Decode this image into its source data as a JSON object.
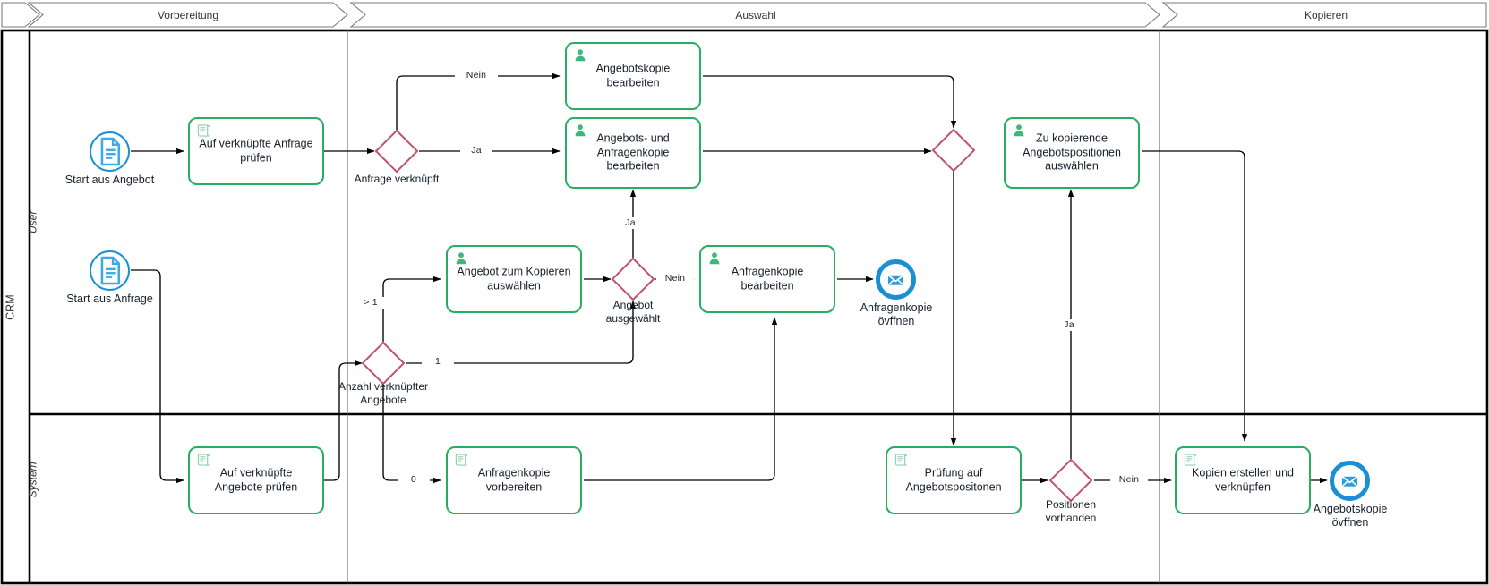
{
  "pool": {
    "name": "CRM"
  },
  "lanes": [
    {
      "id": "user",
      "label": "User"
    },
    {
      "id": "system",
      "label": "System"
    }
  ],
  "phases": [
    {
      "id": "vorbereitung",
      "label": "Vorbereitung"
    },
    {
      "id": "auswahl",
      "label": "Auswahl"
    },
    {
      "id": "kopieren",
      "label": "Kopieren"
    }
  ],
  "colors": {
    "task_border": "#27ae60",
    "task_icon": "#3cb878",
    "event_blue": "#1b8fd4",
    "gateway_red": "#c0556a",
    "flow_black": "#000000",
    "frame_black": "#000000",
    "phase_gray": "#7a7a7a",
    "text": "#16202b"
  },
  "events": [
    {
      "id": "start-angebot",
      "type": "start-message-document",
      "label": "Start aus Angebot"
    },
    {
      "id": "start-anfrage",
      "type": "start-message-document",
      "label": "Start aus Anfrage"
    },
    {
      "id": "end-anfragenkopie",
      "type": "end-message",
      "label": "Anfragenkopie\növffnen"
    },
    {
      "id": "end-angebotskopie",
      "type": "end-message",
      "label": "Angebotskopie\növffnen"
    }
  ],
  "tasks": [
    {
      "id": "t-auf-verknuepfte-anfrage-pruefen",
      "icon": "script-task-icon",
      "lane": "user",
      "label": "Auf verknüpfte Anfrage\nprüfen"
    },
    {
      "id": "t-angebotskopie-bearbeiten",
      "icon": "user-task-icon",
      "lane": "user",
      "label": "Angebotskopie\nbearbeiten"
    },
    {
      "id": "t-angebots-und-anfragenkopie-bearbeiten",
      "icon": "user-task-icon",
      "lane": "user",
      "label": "Angebots- und\nAnfragenkopie\nbearbeiten"
    },
    {
      "id": "t-angebot-zum-kopieren-auswaehlen",
      "icon": "user-task-icon",
      "lane": "user",
      "label": "Angebot zum Kopieren\nauswählen"
    },
    {
      "id": "t-anfragenkopie-bearbeiten",
      "icon": "user-task-icon",
      "lane": "user",
      "label": "Anfragenkopie\nbearbeiten"
    },
    {
      "id": "t-zu-kopierende-angebotspositionen-auswaehlen",
      "icon": "user-task-icon",
      "lane": "user",
      "label": "Zu kopierende\nAngebotspositionen\nauswählen"
    },
    {
      "id": "t-auf-verknuepfte-angebote-pruefen",
      "icon": "script-task-icon",
      "lane": "system",
      "label": "Auf verknüpfte\nAngebote prüfen"
    },
    {
      "id": "t-anfragenkopie-vorbereiten",
      "icon": "script-task-icon",
      "lane": "system",
      "label": "Anfragenkopie\nvorbereiten"
    },
    {
      "id": "t-pruefung-auf-angebotspositonen",
      "icon": "script-task-icon",
      "lane": "system",
      "label": "Prüfung auf\nAngebotspositonen"
    },
    {
      "id": "t-kopien-erstellen-und-verknuepfen",
      "icon": "script-task-icon",
      "lane": "system",
      "label": "Kopien erstellen und\nverknüpfen"
    }
  ],
  "gateways": [
    {
      "id": "gw-anfrage-verknuepft",
      "label": "Anfrage verknüpft"
    },
    {
      "id": "gw-angebot-ausgewaehlt",
      "label": "Angebot\nausgewählt"
    },
    {
      "id": "gw-anzahl-verknuepfter-angebote",
      "label": "Anzahl verknüpfter\nAngebote"
    },
    {
      "id": "gw-merge-auswahl",
      "label": ""
    },
    {
      "id": "gw-positionen-vorhanden",
      "label": "Positionen\nvorhanden"
    }
  ],
  "flow_labels": {
    "nein_anfrage": "Nein",
    "ja_anfrage": "Ja",
    "gt1": "> 1",
    "one": "1",
    "zero": "0",
    "nein_angebot": "Nein",
    "ja_angebot": "Ja",
    "nein_positionen": "Nein",
    "ja_positionen": "Ja"
  },
  "event_labels": {
    "start_angebot": "Start aus Angebot",
    "start_anfrage": "Start aus Anfrage",
    "end_anfragenkopie": "Anfragenkopie\növffnen",
    "end_angebotskopie": "Angebotskopie\növffnen"
  }
}
